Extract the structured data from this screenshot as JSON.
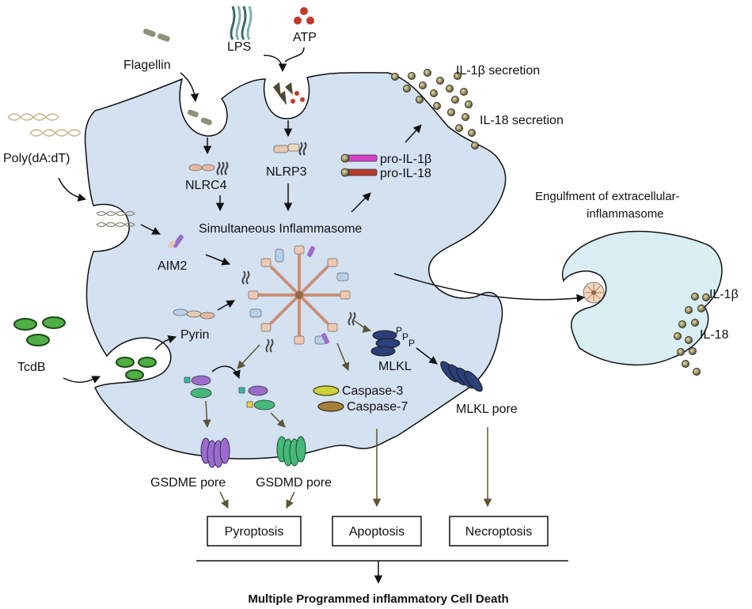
{
  "stimuli": {
    "lps": "LPS",
    "atp": "ATP",
    "flagellin": "Flagellin",
    "poly": "Poly(dA:dT)",
    "tcdb": "TcdB"
  },
  "sensors": {
    "nlrc4": "NLRC4",
    "nlrp3": "NLRP3",
    "aim2": "AIM2",
    "pyrin": "Pyrin"
  },
  "complex": {
    "title": "Simultaneous Inflammasome"
  },
  "cytokines": {
    "pro_il1b": "pro-IL-1β",
    "pro_il18": "pro-IL-18",
    "il1b_secretion": "IL-1β secretion",
    "il18_secretion": "IL-18 secretion"
  },
  "engulf": {
    "title_line1": "Engulfment of extracellular-",
    "title_line2": "inflammasome",
    "il1b": "IL-1β",
    "il18": "IL-18"
  },
  "effectors": {
    "mlkl": "MLKL",
    "mlkl_pore": "MLKL pore",
    "phospho": "P",
    "caspase3": "Caspase-3",
    "caspase7": "Caspase-7",
    "gsdme_pore": "GSDME pore",
    "gsdmd_pore": "GSDMD pore"
  },
  "outcomes": {
    "pyroptosis": "Pyroptosis",
    "apoptosis": "Apoptosis",
    "necroptosis": "Necroptosis"
  },
  "footer": {
    "title": "Multiple Programmed inflammatory Cell Death"
  },
  "colors": {
    "cell_fill": "#d3e1f1",
    "small_cell_fill": "#d8eef2",
    "arrow": "#111111",
    "olive_arrow": "#5a5636",
    "particle": "#5c5530",
    "green": "#4fae45",
    "magenta": "#d941c8",
    "red": "#b43a2e",
    "purple": "#9b6ccc",
    "navy": "#2b3f7a",
    "olive": "#77724f"
  }
}
